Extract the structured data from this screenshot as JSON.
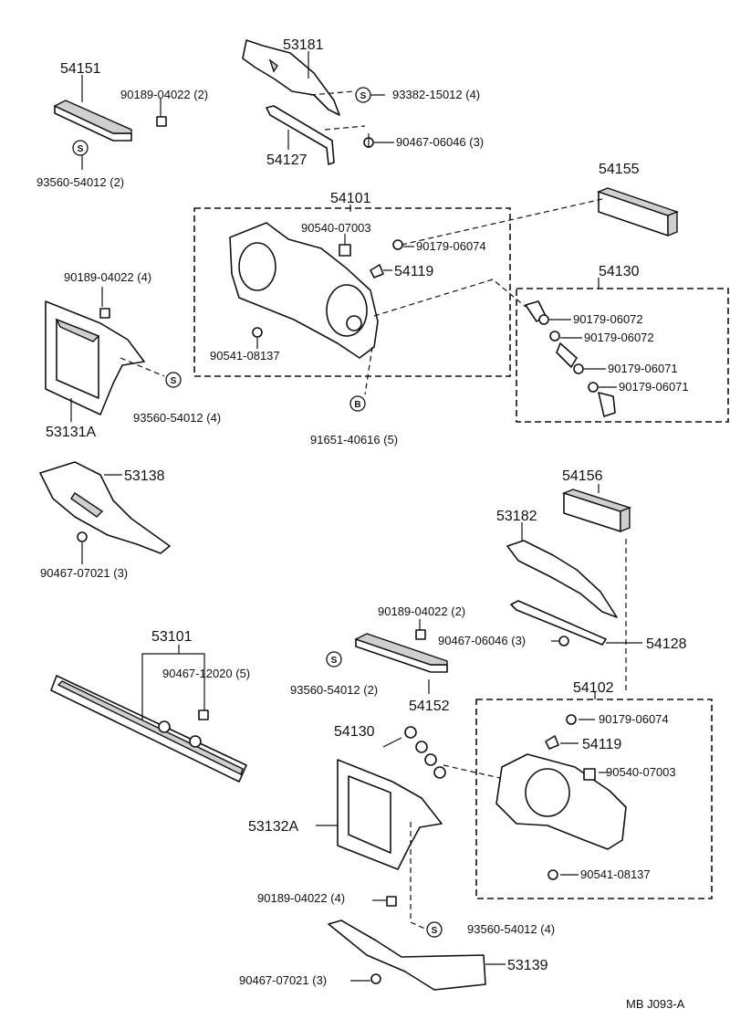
{
  "diagram": {
    "footer_code": "MB  J093-A",
    "labels": [
      {
        "id": "l53181",
        "text": "53181"
      },
      {
        "id": "l54151",
        "text": "54151"
      },
      {
        "id": "l90189a",
        "text": "90189-04022 (2)"
      },
      {
        "id": "l93382",
        "text": "93382-15012 (4)"
      },
      {
        "id": "l90467a",
        "text": "90467-06046 (3)"
      },
      {
        "id": "l54127",
        "text": "54127"
      },
      {
        "id": "l93560a",
        "text": "93560-54012 (2)"
      },
      {
        "id": "l54155",
        "text": "54155"
      },
      {
        "id": "l54101",
        "text": "54101"
      },
      {
        "id": "l90540a",
        "text": "90540-07003"
      },
      {
        "id": "l90179a",
        "text": "90179-06074"
      },
      {
        "id": "l54119a",
        "text": "54119"
      },
      {
        "id": "l90189b",
        "text": "90189-04022 (4)"
      },
      {
        "id": "l54130a",
        "text": "54130"
      },
      {
        "id": "l90179b",
        "text": "90179-06072"
      },
      {
        "id": "l90179c",
        "text": "90179-06072"
      },
      {
        "id": "l90541a",
        "text": "90541-08137"
      },
      {
        "id": "l90179d",
        "text": "90179-06071"
      },
      {
        "id": "l90179e",
        "text": "90179-06071"
      },
      {
        "id": "l93560b",
        "text": "93560-54012 (4)"
      },
      {
        "id": "l53131a",
        "text": "53131A"
      },
      {
        "id": "l91651",
        "text": "91651-40616 (5)"
      },
      {
        "id": "l53138",
        "text": "53138"
      },
      {
        "id": "l54156",
        "text": "54156"
      },
      {
        "id": "l53182",
        "text": "53182"
      },
      {
        "id": "l90467b",
        "text": "90467-07021 (3)"
      },
      {
        "id": "l90189c",
        "text": "90189-04022 (2)"
      },
      {
        "id": "l53101",
        "text": "53101"
      },
      {
        "id": "l90467c",
        "text": "90467-06046 (3)"
      },
      {
        "id": "l54128",
        "text": "54128"
      },
      {
        "id": "l90467d",
        "text": "90467-12020 (5)"
      },
      {
        "id": "l93560c",
        "text": "93560-54012 (2)"
      },
      {
        "id": "l54152",
        "text": "54152"
      },
      {
        "id": "l54102",
        "text": "54102"
      },
      {
        "id": "l54130b",
        "text": "54130"
      },
      {
        "id": "l90179f",
        "text": "90179-06074"
      },
      {
        "id": "l54119b",
        "text": "54119"
      },
      {
        "id": "l90540b",
        "text": "90540-07003"
      },
      {
        "id": "l53132a",
        "text": "53132A"
      },
      {
        "id": "l90541b",
        "text": "90541-08137"
      },
      {
        "id": "l90189d",
        "text": "90189-04022 (4)"
      },
      {
        "id": "l93560d",
        "text": "93560-54012 (4)"
      },
      {
        "id": "l53139",
        "text": "53139"
      },
      {
        "id": "l90467e",
        "text": "90467-07021 (3)"
      }
    ],
    "symbols": {
      "s_mark": "S",
      "b_mark": "B"
    }
  }
}
